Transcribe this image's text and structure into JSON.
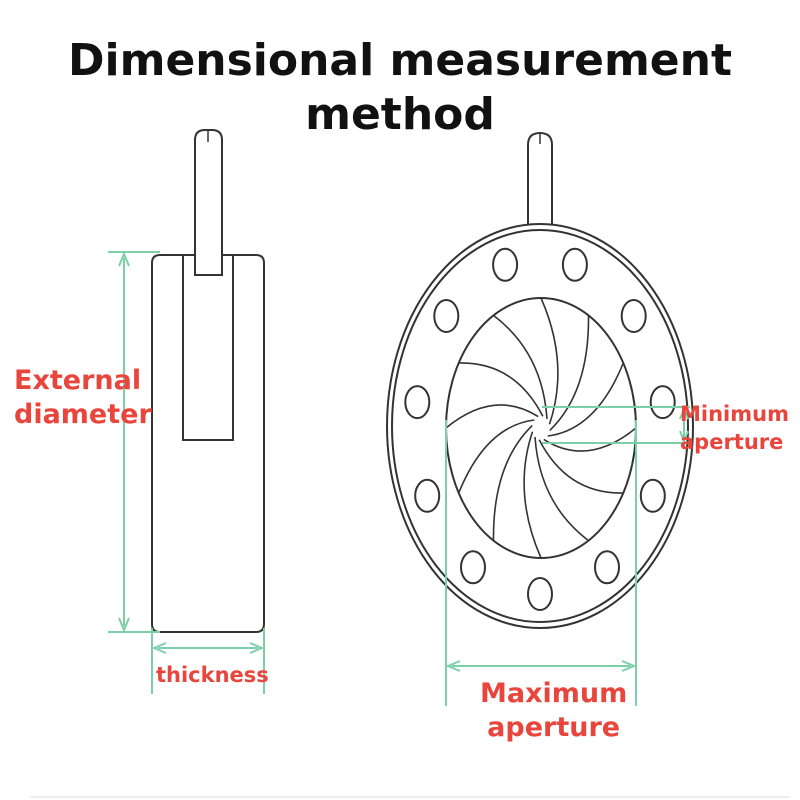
{
  "title": {
    "line1": "Dimensional measurement",
    "line2": "method"
  },
  "labels": {
    "external_diameter": [
      "External",
      "diameter"
    ],
    "thickness": "thickness",
    "minimum_aperture": [
      "Minimum",
      "aperture"
    ],
    "maximum_aperture": [
      "Maximum",
      "aperture"
    ]
  },
  "colors": {
    "outline": "#333333",
    "dimension_line": "#7dcfa8",
    "label": "#e8453c",
    "title": "#111111"
  },
  "iris": {
    "mounting_holes": 11,
    "blades": 12
  }
}
